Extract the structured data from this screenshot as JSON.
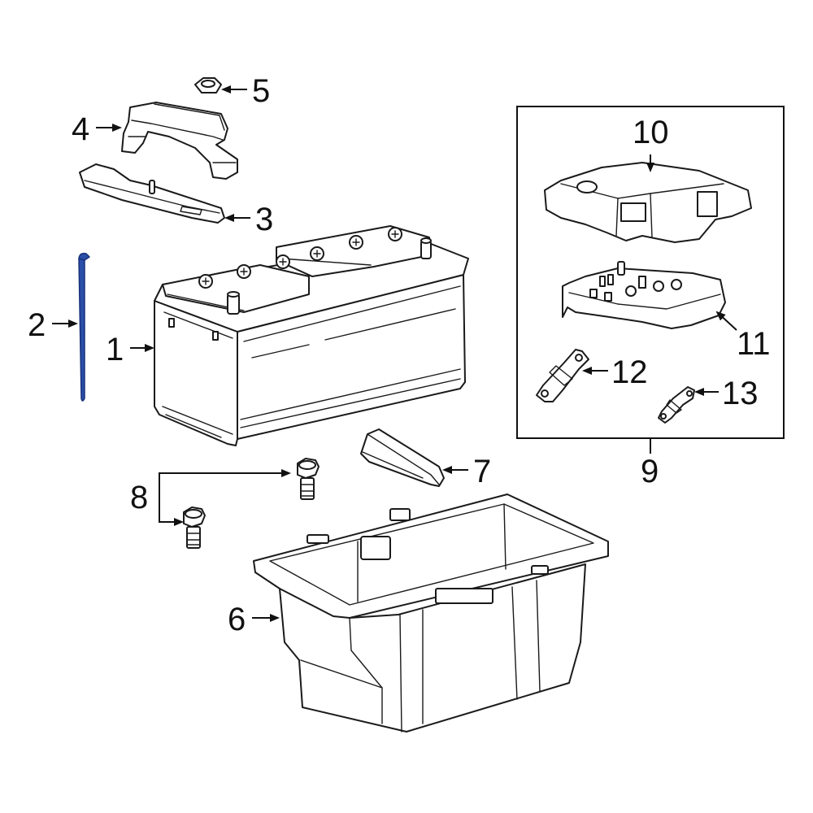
{
  "diagram": {
    "highlight_color": "#2b4fa8",
    "line_color": "#1a1a1a",
    "callouts": {
      "c1": "1",
      "c2": "2",
      "c3": "3",
      "c4": "4",
      "c5": "5",
      "c6": "6",
      "c7": "7",
      "c8": "8",
      "c9": "9",
      "c10": "10",
      "c11": "11",
      "c12": "12",
      "c13": "13"
    }
  }
}
